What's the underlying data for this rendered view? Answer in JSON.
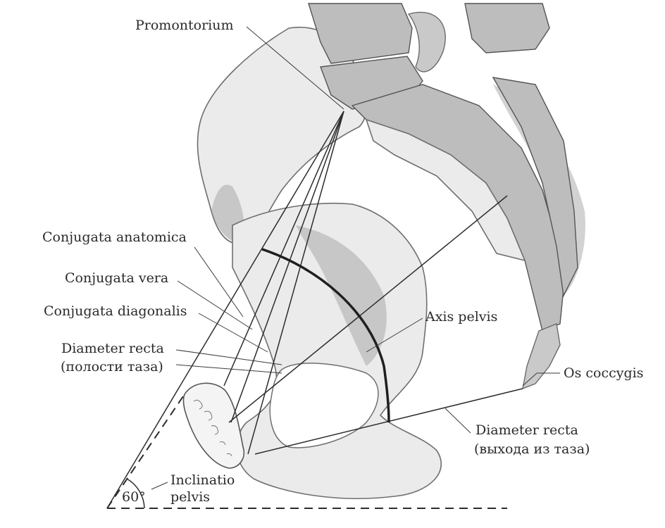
{
  "labels": {
    "promontorium": "Promontorium",
    "conjugata_anatomica": "Conjugata anatomica",
    "conjugata_vera": "Conjugata vera",
    "conjugata_diagonalis": "Conjugata diagonalis",
    "diameter_recta_cavity_1": "Diameter recta",
    "diameter_recta_cavity_2": "(полости таза)",
    "axis_pelvis": "Axis pelvis",
    "os_coccygis": "Os coccygis",
    "diameter_recta_outlet_1": "Diameter recta",
    "diameter_recta_outlet_2": "(выхода из таза)",
    "inclinatio_1": "Inclinatio",
    "inclinatio_2": "pelvis",
    "angle": "60°"
  },
  "colors": {
    "bone": "#ebebeb",
    "bone_shadow": "#9c9c9c",
    "ink": "#2a2a2a"
  }
}
